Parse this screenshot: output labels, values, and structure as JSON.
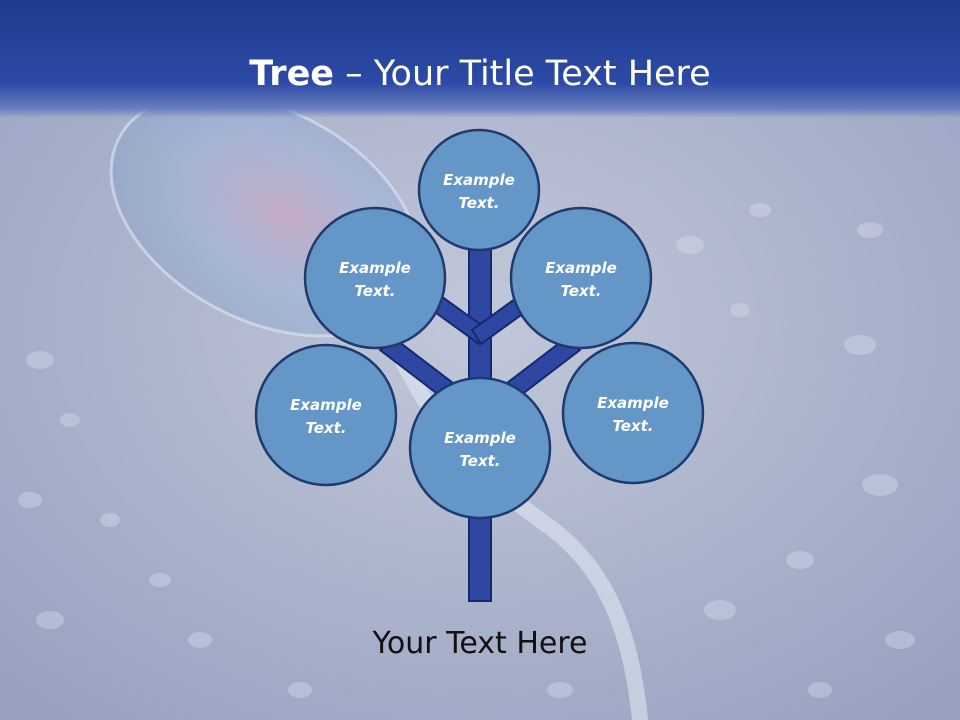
{
  "title": {
    "bold": "Tree",
    "dash": " – ",
    "rest": "Your Title Text Here"
  },
  "nodes": [
    {
      "id": "top",
      "line1": "Example",
      "line2": "Text."
    },
    {
      "id": "upper-left",
      "line1": "Example",
      "line2": "Text."
    },
    {
      "id": "upper-right",
      "line1": "Example",
      "line2": "Text."
    },
    {
      "id": "lower-left",
      "line1": "Example",
      "line2": "Text."
    },
    {
      "id": "center",
      "line1": "Example",
      "line2": "Text."
    },
    {
      "id": "lower-right",
      "line1": "Example",
      "line2": "Text."
    }
  ],
  "caption": "Your Text Here",
  "colors": {
    "header": "#2c4aa6",
    "node_fill": "#6496c8",
    "node_stroke": "#1e3a6e",
    "trunk_fill": "#2e47a0",
    "trunk_stroke": "#16286e",
    "background": "#aeb5cc"
  }
}
